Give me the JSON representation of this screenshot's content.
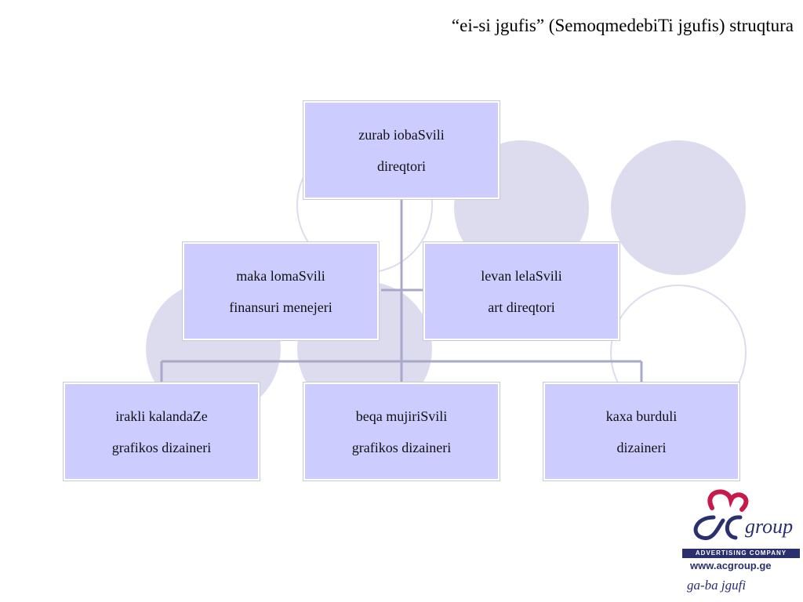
{
  "slide": {
    "title": "“ei-si jgufis” (SemoqmedebiTi jgufis) struqtura"
  },
  "org_chart": {
    "director": {
      "name": "zurab iobaSvili",
      "role": "direqtori"
    },
    "middle": [
      {
        "name": "maka lomaSvili",
        "role": "finansuri menejeri"
      },
      {
        "name": "levan lelaSvili",
        "role": "art direqtori"
      }
    ],
    "bottom": [
      {
        "name": "irakli kalandaZe",
        "role": "grafikos dizaineri"
      },
      {
        "name": "beqa mujiriSvili",
        "role": "grafikos dizaineri"
      },
      {
        "name": "kaxa burduli",
        "role": "dizaineri"
      }
    ]
  },
  "logo": {
    "brand": "ACgroup",
    "tagline": "ADVERTISING COMPANY",
    "url": "www.acgroup.ge",
    "signature": "ga-ba jgufi"
  },
  "colors": {
    "box_fill": "#ccccff",
    "circle_fill": "#dcdcee",
    "connector": "#a8a8c8",
    "logo_red": "#c8194b",
    "logo_navy": "#2a2f6e"
  }
}
